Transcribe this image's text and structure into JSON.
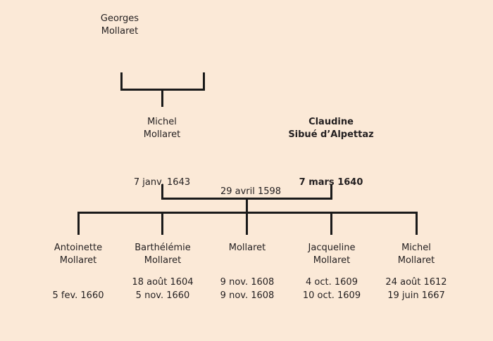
{
  "diagram": {
    "title": "Genealogy tree Mollaret",
    "background_color": "#fbe9d7",
    "line_color": "#1a1a1a",
    "text_color": "#231f20"
  },
  "generation1": {
    "person": {
      "first_name": "Georges",
      "last_name": "Mollaret"
    }
  },
  "generation2": {
    "father": {
      "first_name": "Michel",
      "last_name": "Mollaret",
      "birth_date": "",
      "death_date": "7 janv. 1643",
      "emphasis": false
    },
    "mother": {
      "first_name": "Claudine",
      "last_name": "Sibué d’Alpettaz",
      "birth_date": "",
      "death_date": "7 mars 1640",
      "emphasis": true
    },
    "marriage_date": "29 avril 1598"
  },
  "children": [
    {
      "first_name": "Antoinette",
      "last_name": "Mollaret",
      "birth_date": "",
      "death_date": "5 fev. 1660"
    },
    {
      "first_name": "Barthélémie",
      "last_name": "Mollaret",
      "birth_date": "18 août 1604",
      "death_date": "5 nov. 1660"
    },
    {
      "first_name": "",
      "last_name": "Mollaret",
      "birth_date": "9 nov. 1608",
      "death_date": "9 nov. 1608"
    },
    {
      "first_name": "Jacqueline",
      "last_name": "Mollaret",
      "birth_date": "4 oct. 1609",
      "death_date": "10 oct. 1609"
    },
    {
      "first_name": "Michel",
      "last_name": "Mollaret",
      "birth_date": "24 août 1612",
      "death_date": "19 juin 1667"
    }
  ]
}
